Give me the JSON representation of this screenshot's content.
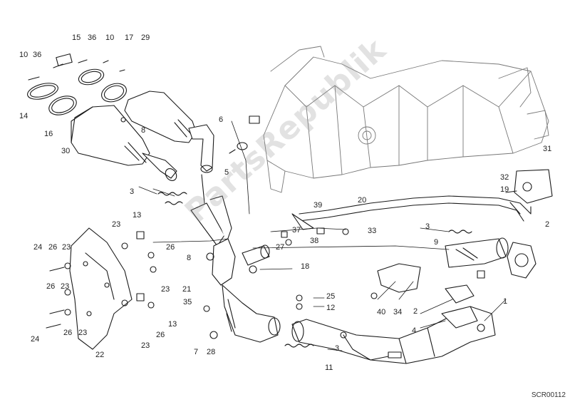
{
  "diagram": {
    "code": "SCR00112",
    "watermark": "PartsRepublik",
    "labels": [
      {
        "id": "l10a",
        "text": "10"
      },
      {
        "id": "l36a",
        "text": "36"
      },
      {
        "id": "l15",
        "text": "15"
      },
      {
        "id": "l36b",
        "text": "36"
      },
      {
        "id": "l10b",
        "text": "10"
      },
      {
        "id": "l17",
        "text": "17"
      },
      {
        "id": "l29",
        "text": "29"
      },
      {
        "id": "l14",
        "text": "14"
      },
      {
        "id": "l16",
        "text": "16"
      },
      {
        "id": "l8a",
        "text": "8"
      },
      {
        "id": "l30",
        "text": "30"
      },
      {
        "id": "l6",
        "text": "6"
      },
      {
        "id": "l5",
        "text": "5"
      },
      {
        "id": "l31",
        "text": "31"
      },
      {
        "id": "l32",
        "text": "32"
      },
      {
        "id": "l19",
        "text": "19"
      },
      {
        "id": "l3a",
        "text": "3"
      },
      {
        "id": "l20",
        "text": "20"
      },
      {
        "id": "l39",
        "text": "39"
      },
      {
        "id": "l37",
        "text": "37"
      },
      {
        "id": "l33",
        "text": "33"
      },
      {
        "id": "l38",
        "text": "38"
      },
      {
        "id": "l27",
        "text": "27"
      },
      {
        "id": "l3b",
        "text": "3"
      },
      {
        "id": "l2a",
        "text": "2"
      },
      {
        "id": "l9",
        "text": "9"
      },
      {
        "id": "l13a",
        "text": "13"
      },
      {
        "id": "l23a",
        "text": "23"
      },
      {
        "id": "l24a",
        "text": "24"
      },
      {
        "id": "l26a",
        "text": "26"
      },
      {
        "id": "l23b",
        "text": "23"
      },
      {
        "id": "l26b",
        "text": "26"
      },
      {
        "id": "l8b",
        "text": "8"
      },
      {
        "id": "l18",
        "text": "18"
      },
      {
        "id": "l23c",
        "text": "23"
      },
      {
        "id": "l21",
        "text": "21"
      },
      {
        "id": "l26c",
        "text": "26"
      },
      {
        "id": "l23d",
        "text": "23"
      },
      {
        "id": "l25",
        "text": "25"
      },
      {
        "id": "l12",
        "text": "12"
      },
      {
        "id": "l35",
        "text": "35"
      },
      {
        "id": "l40",
        "text": "40"
      },
      {
        "id": "l34",
        "text": "34"
      },
      {
        "id": "l2b",
        "text": "2"
      },
      {
        "id": "l1",
        "text": "1"
      },
      {
        "id": "l13b",
        "text": "13"
      },
      {
        "id": "l24b",
        "text": "24"
      },
      {
        "id": "l26d",
        "text": "26"
      },
      {
        "id": "l23e",
        "text": "23"
      },
      {
        "id": "l26e",
        "text": "26"
      },
      {
        "id": "l23f",
        "text": "23"
      },
      {
        "id": "l4",
        "text": "4"
      },
      {
        "id": "l22",
        "text": "22"
      },
      {
        "id": "l7",
        "text": "7"
      },
      {
        "id": "l28",
        "text": "28"
      },
      {
        "id": "l3c",
        "text": "3"
      },
      {
        "id": "l11",
        "text": "11"
      }
    ]
  }
}
